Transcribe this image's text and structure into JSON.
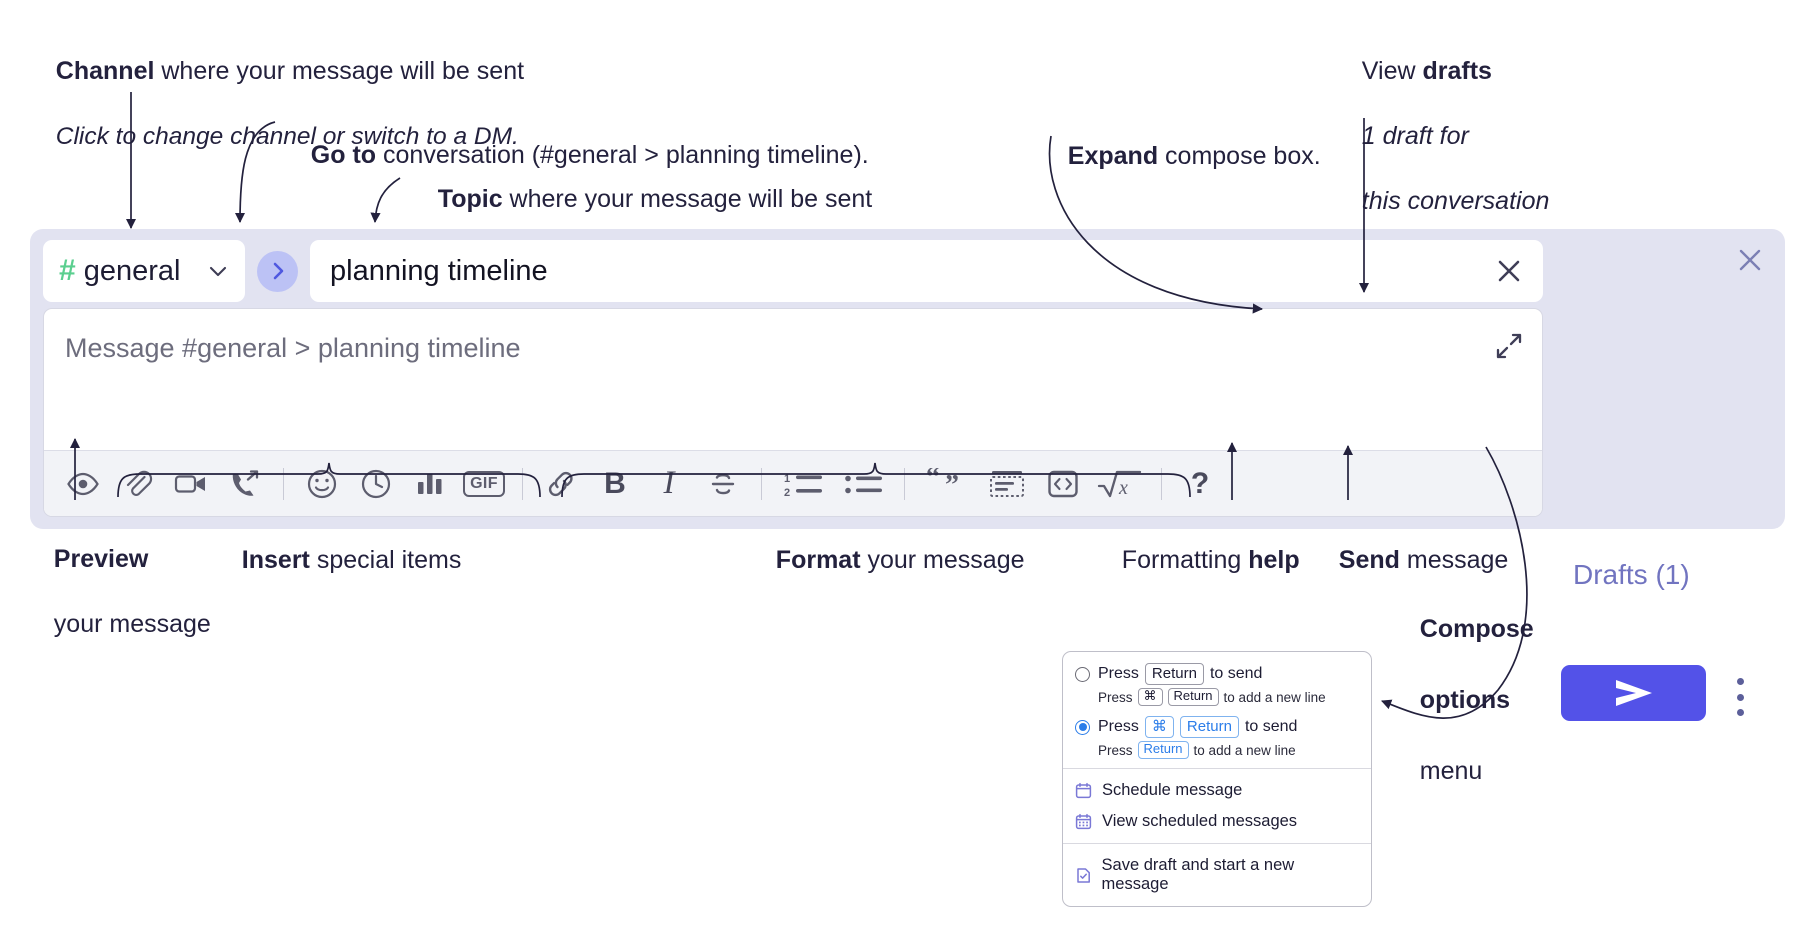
{
  "annotations": {
    "channel": {
      "bold": "Channel",
      "rest": " where your message will be sent",
      "italic": "Click to change channel or switch to a DM."
    },
    "goto": {
      "bold": "Go to",
      "rest": " conversation (#general > planning timeline)."
    },
    "topic": {
      "bold": "Topic",
      "rest": " where your message will be sent"
    },
    "expand": {
      "bold": "Expand",
      "rest": " compose box."
    },
    "drafts": {
      "plain": "View ",
      "bold": "drafts",
      "italic1": "1 draft for",
      "italic2": "this conversation"
    },
    "preview": {
      "bold": "Preview",
      "line2": "your message"
    },
    "insert": {
      "bold": "Insert",
      "rest": " special items"
    },
    "format": {
      "bold": "Format",
      "rest": " your message"
    },
    "help": {
      "plain": "Formatting ",
      "bold": "help"
    },
    "send": {
      "bold": "Send",
      "rest": " message"
    },
    "compose_options": {
      "bold1": "Compose",
      "bold2": "options",
      "plain": "menu"
    }
  },
  "compose": {
    "channel": {
      "hash": "#",
      "name": "general",
      "caret_icon": "chevron-down-icon"
    },
    "goto_icon": "chevron-right-icon",
    "topic": {
      "value": "planning timeline",
      "clear_icon": "close-icon"
    },
    "message": {
      "placeholder": "Message #general > planning timeline",
      "value": ""
    },
    "expand_icon": "expand-icon",
    "panel_close_icon": "close-icon",
    "drafts_label": "Drafts (1)",
    "send_icon": "send-paper-plane-icon",
    "kebab_icon": "more-vertical-icon",
    "toolbar": [
      {
        "name": "preview-icon",
        "label": "Preview"
      },
      {
        "name": "attachment-icon",
        "label": "Attach file"
      },
      {
        "name": "video-camera-icon",
        "label": "Record video clip"
      },
      {
        "name": "phone-forward-icon",
        "label": "Record audio clip"
      },
      {
        "sep": true
      },
      {
        "name": "emoji-icon",
        "label": "Emoji"
      },
      {
        "name": "clock-icon",
        "label": "Reminder"
      },
      {
        "name": "bar-chart-icon",
        "label": "Poll"
      },
      {
        "name": "gif-icon",
        "label": "GIF"
      },
      {
        "sep": true
      },
      {
        "name": "link-icon",
        "label": "Link"
      },
      {
        "name": "bold-icon",
        "label": "B"
      },
      {
        "name": "italic-icon",
        "label": "I"
      },
      {
        "name": "strikethrough-icon",
        "label": "Strikethrough"
      },
      {
        "sep": true
      },
      {
        "name": "ordered-list-icon",
        "label": "Ordered list"
      },
      {
        "name": "bulleted-list-icon",
        "label": "Bulleted list"
      },
      {
        "sep": true
      },
      {
        "name": "blockquote-icon",
        "label": "Blockquote"
      },
      {
        "name": "code-block-icon",
        "label": "Code block"
      },
      {
        "name": "inline-code-icon",
        "label": "Code"
      },
      {
        "name": "math-icon",
        "label": "Math"
      },
      {
        "sep": true
      },
      {
        "name": "help-icon",
        "label": "?"
      }
    ]
  },
  "options_menu": {
    "radio_options": [
      {
        "selected": false,
        "main_pre": "Press",
        "main_keys": [
          "Return"
        ],
        "main_post": "to send",
        "sub_pre": "Press",
        "sub_keys": [
          "⌘",
          "Return"
        ],
        "sub_post": "to add a new line"
      },
      {
        "selected": true,
        "main_pre": "Press",
        "main_keys": [
          "⌘",
          "Return"
        ],
        "main_post": "to send",
        "sub_pre": "Press",
        "sub_keys": [
          "Return"
        ],
        "sub_post": "to add a new line"
      }
    ],
    "items_group_1": [
      {
        "icon": "calendar-icon",
        "label": "Schedule message"
      },
      {
        "icon": "calendar-grid-icon",
        "label": "View scheduled messages"
      }
    ],
    "items_group_2": [
      {
        "icon": "document-check-icon",
        "label": "Save draft and start a new message"
      }
    ]
  },
  "colors": {
    "panel_bg": "#e2e3f1",
    "accent_send": "#5352e8",
    "channel_hash": "#5bcf8f",
    "goto_bg": "#bcc2f5",
    "drafts_text": "#7174c0",
    "radio_blue": "#2b7de9",
    "menu_icon": "#7a78d6",
    "ink": "#23213d"
  }
}
